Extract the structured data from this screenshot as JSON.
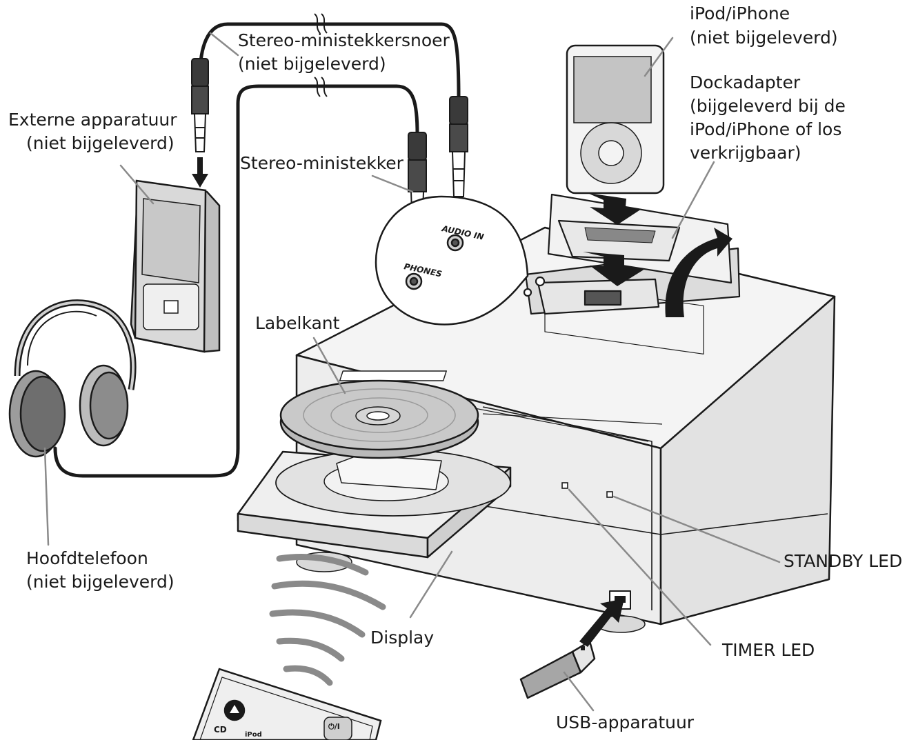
{
  "labels": {
    "ipod_line1": "iPod/iPhone",
    "ipod_line2": "(niet bijgeleverd)",
    "dock_line1": "Dockadapter",
    "dock_line2": "(bijgeleverd bij de",
    "dock_line3": "iPod/iPhone of los",
    "dock_line4": "verkrijgbaar)",
    "cord_line1": "Stereo-ministekkersnoer",
    "cord_line2": "(niet bijgeleverd)",
    "ext_line1": "Externe apparatuur",
    "ext_line2": "(niet bijgeleverd)",
    "plug": "Stereo-ministekker",
    "label_side": "Labelkant",
    "head_line1": "Hoofdtelefoon",
    "head_line2": "(niet bijgeleverd)",
    "display": "Display",
    "standby": "STANDBY LED",
    "timer": "TIMER LED",
    "usb": "USB-apparatuur"
  },
  "panel_text": {
    "audio_in": "AUDIO IN",
    "phones": "PHONES"
  },
  "remote_text": {
    "cd": "CD",
    "ipod": "iPod",
    "power": "⏻/I"
  },
  "colors": {
    "line": "#1a1a1a",
    "light_gray": "#d9d9d9",
    "mid_gray": "#a6a6a6",
    "dark_gray": "#6e6e6e"
  }
}
